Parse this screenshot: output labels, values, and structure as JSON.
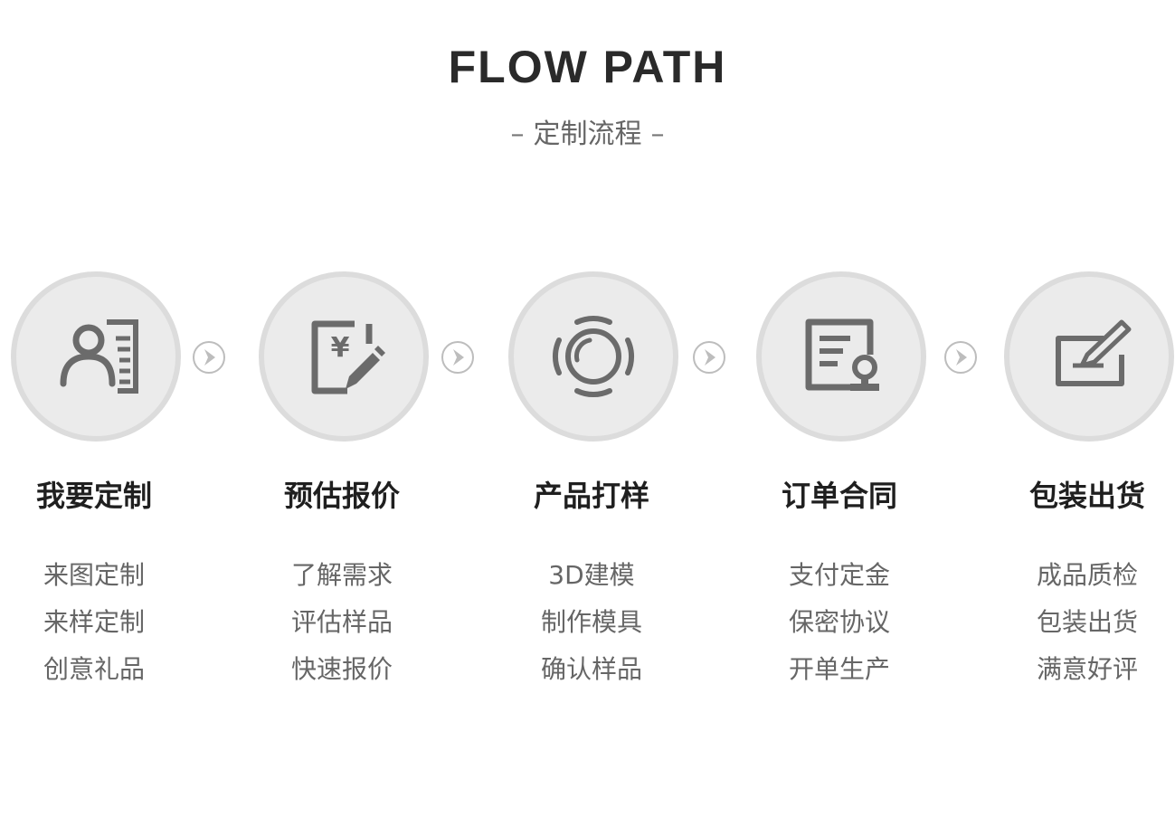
{
  "header": {
    "title": "FLOW PATH",
    "subtitle": "定制流程",
    "dash": "–"
  },
  "steps": [
    {
      "icon": "user-profile-icon",
      "title": "我要定制",
      "details": [
        "来图定制",
        "来样定制",
        "创意礼品"
      ]
    },
    {
      "icon": "quote-edit-icon",
      "title": "预估报价",
      "details": [
        "了解需求",
        "评估样品",
        "快速报价"
      ],
      "icon_glyph": "¥"
    },
    {
      "icon": "sample-ring-icon",
      "title": "产品打样",
      "details": [
        "3D建模",
        "制作模具",
        "确认样品"
      ]
    },
    {
      "icon": "contract-stamp-icon",
      "title": "订单合同",
      "details": [
        "支付定金",
        "保密协议",
        "开单生产"
      ]
    },
    {
      "icon": "package-sign-icon",
      "title": "包装出货",
      "details": [
        "成品质检",
        "包装出货",
        "满意好评"
      ]
    }
  ],
  "colors": {
    "circle_fill": "#ebebeb",
    "circle_border": "#dcdcdc",
    "icon": "#6b6b6b",
    "arrow": "#bdbdbd",
    "title": "#1f1f1f",
    "detail": "#666666"
  }
}
